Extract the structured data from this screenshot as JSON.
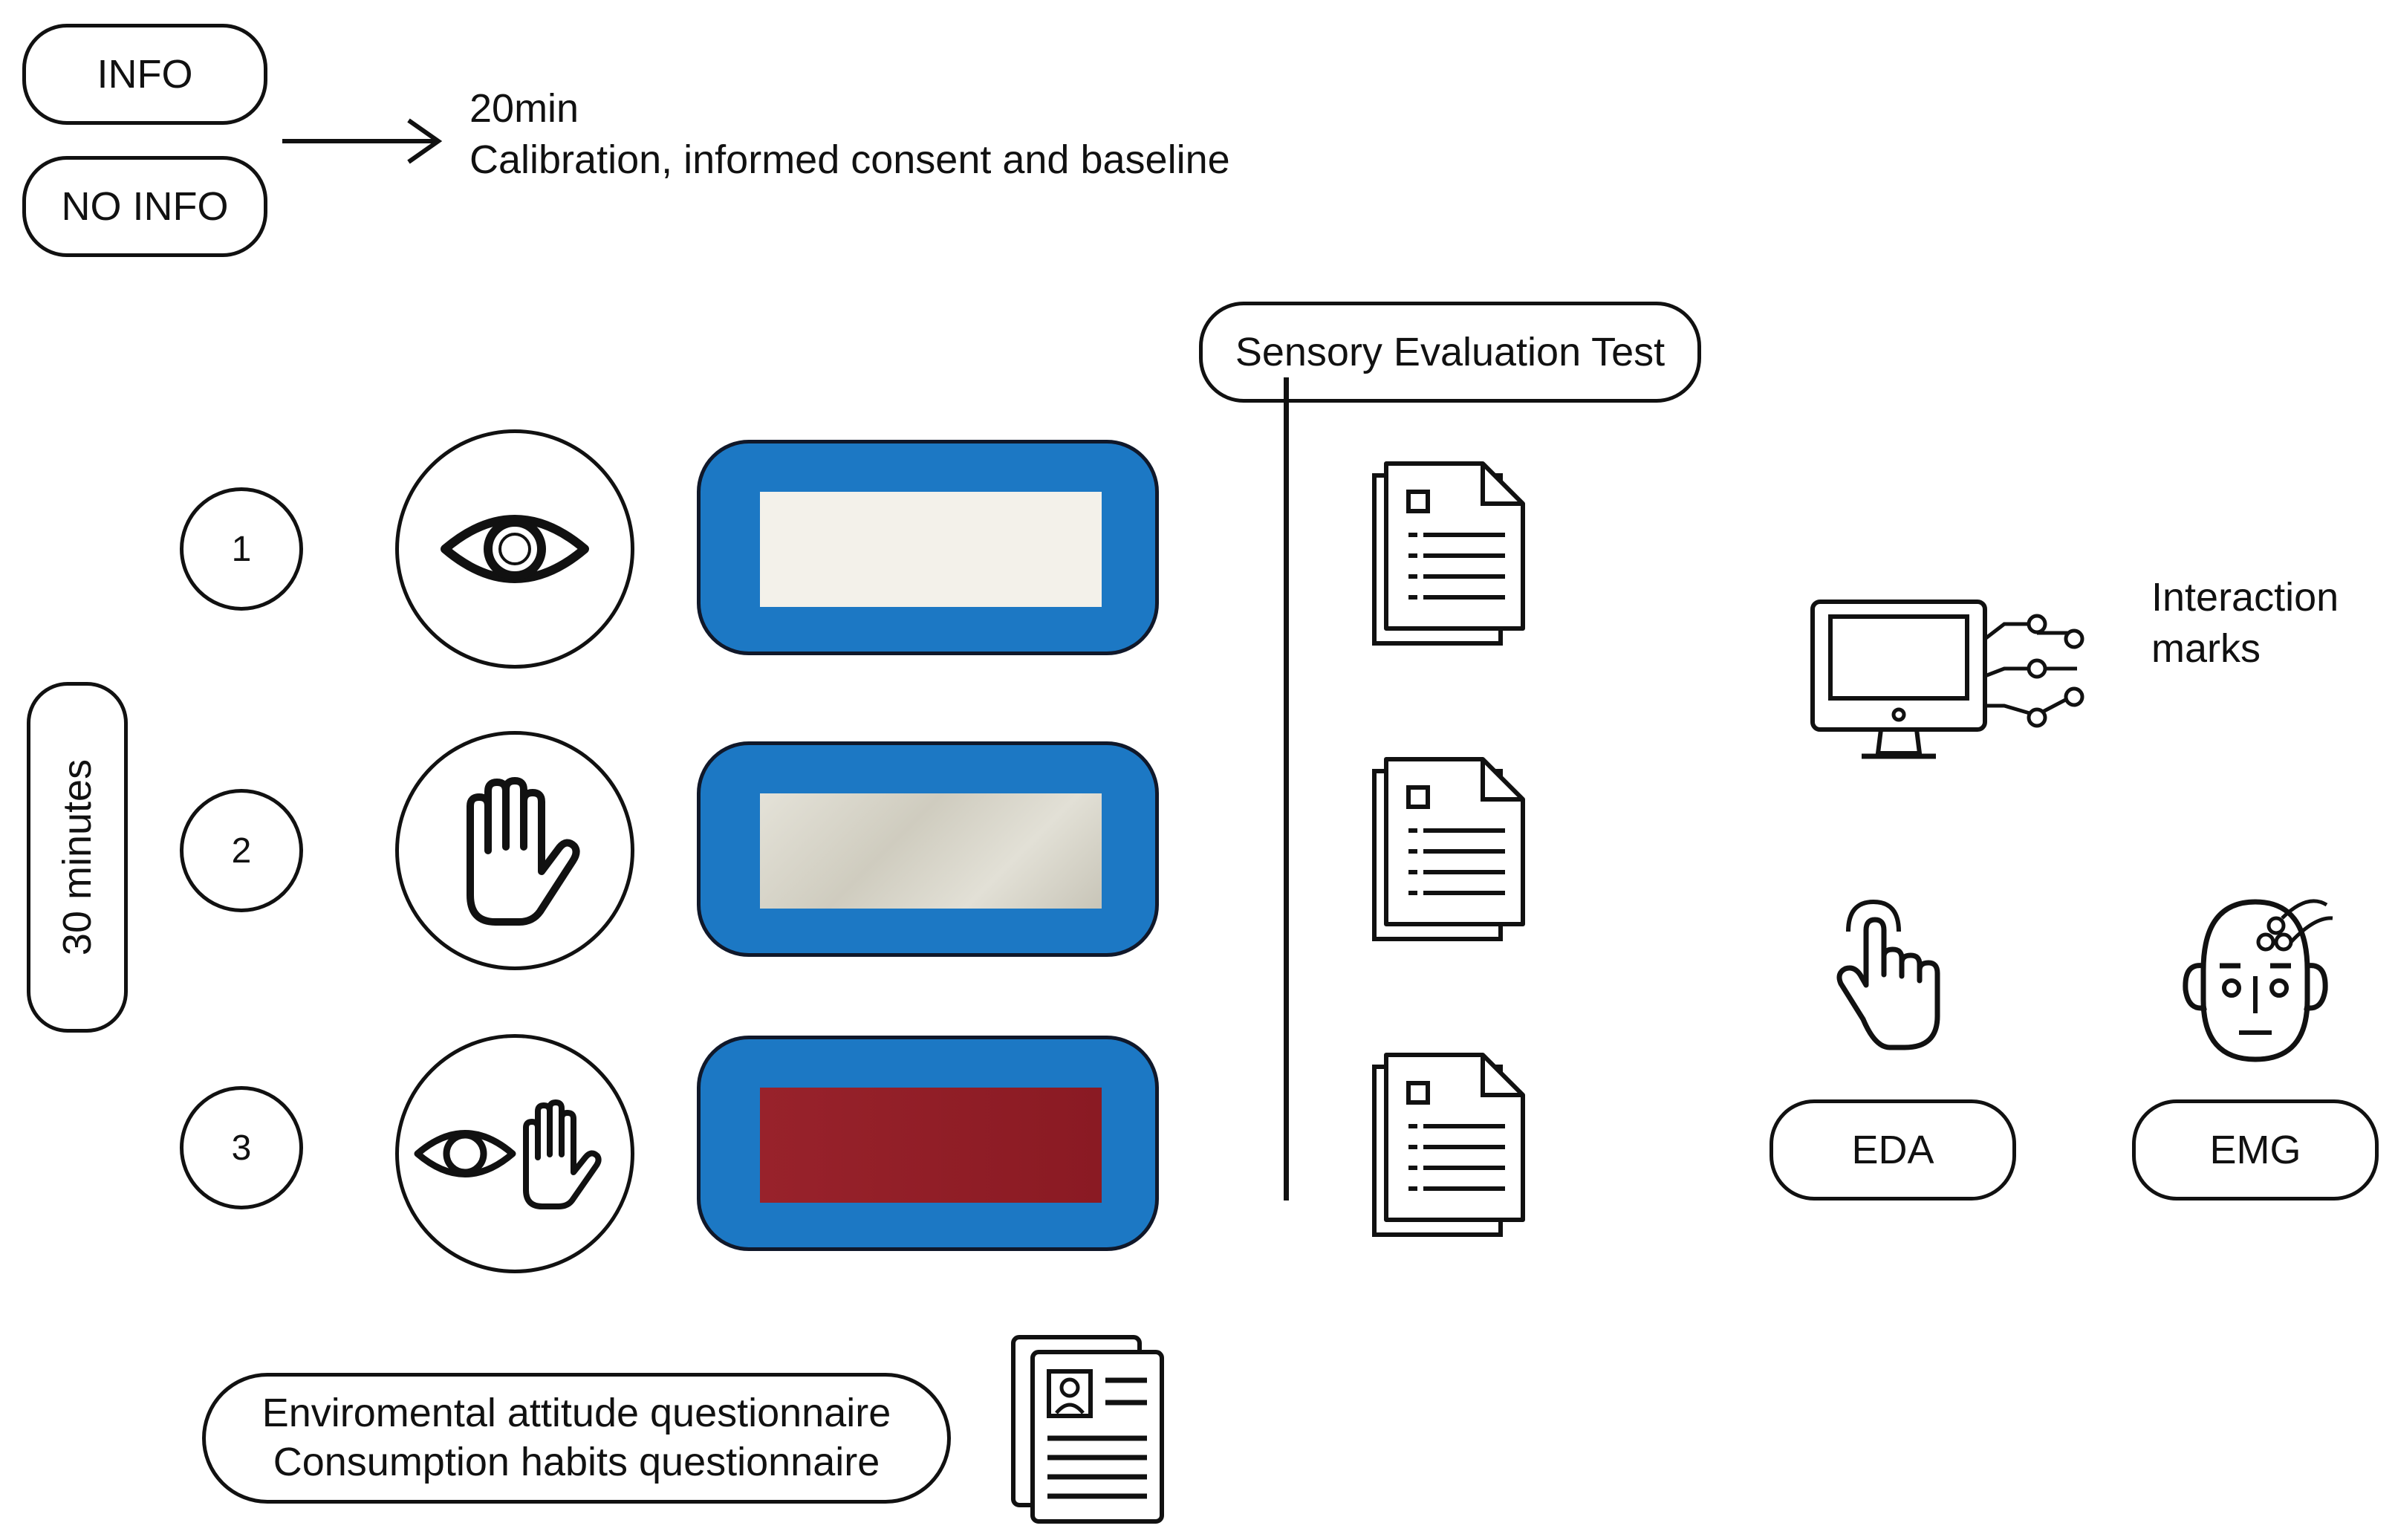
{
  "groups": {
    "info_label": "INFO",
    "noinfo_label": "NO INFO"
  },
  "calibration": {
    "duration": "20min",
    "description": "Calibration, informed consent and baseline"
  },
  "duration_label": "30 minutes",
  "sensory_test_label": "Sensory Evaluation Test",
  "steps": [
    {
      "number": "1",
      "modality_icon": "eye-icon",
      "sample_color": "#f3f1ea"
    },
    {
      "number": "2",
      "modality_icon": "hand-icon",
      "sample_color": "#dad8cc"
    },
    {
      "number": "3",
      "modality_icon": "eye-and-hand-icon",
      "sample_color": "#8e1c25"
    }
  ],
  "frame_color": "#1c78c4",
  "questionnaires": {
    "line1": "Enviromental attitude questionnaire",
    "line2": "Consumption habits questionnaire"
  },
  "interaction": {
    "line1": "Interaction",
    "line2": "marks"
  },
  "sensors": {
    "eda_label": "EDA",
    "emg_label": "EMG"
  }
}
